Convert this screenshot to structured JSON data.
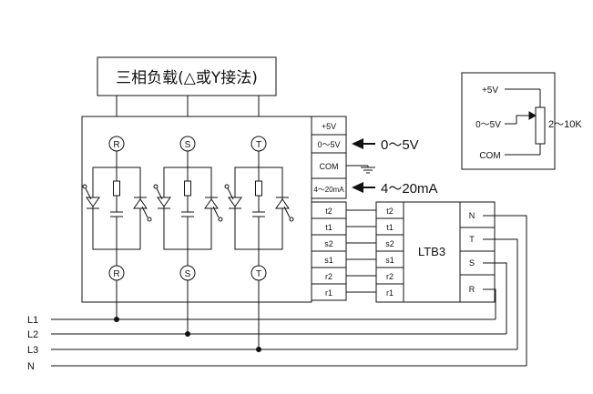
{
  "load_label": "三相负载(△或Y接法)",
  "phases": [
    {
      "top": "R",
      "bottom": "R"
    },
    {
      "top": "S",
      "bottom": "S"
    },
    {
      "top": "T",
      "bottom": "T"
    }
  ],
  "control_terminals": [
    "+5V",
    "0～5V",
    "COM",
    "4～20mA"
  ],
  "sync_terminals": [
    "t2",
    "t1",
    "s2",
    "s1",
    "r2",
    "r1"
  ],
  "ltb_terminals": [
    "t2",
    "t1",
    "s2",
    "s1",
    "r2",
    "r1"
  ],
  "ltb_label": "LTB3",
  "ltb_right_terminals": [
    "N",
    "T",
    "S",
    "R"
  ],
  "voltage_input_label": "0～5V",
  "current_input_label": "4～20mA",
  "pot_labels": [
    "+5V",
    "0～5V",
    "COM"
  ],
  "pot_value": "2～10K",
  "lines": [
    "L1",
    "L2",
    "L3",
    "N"
  ]
}
